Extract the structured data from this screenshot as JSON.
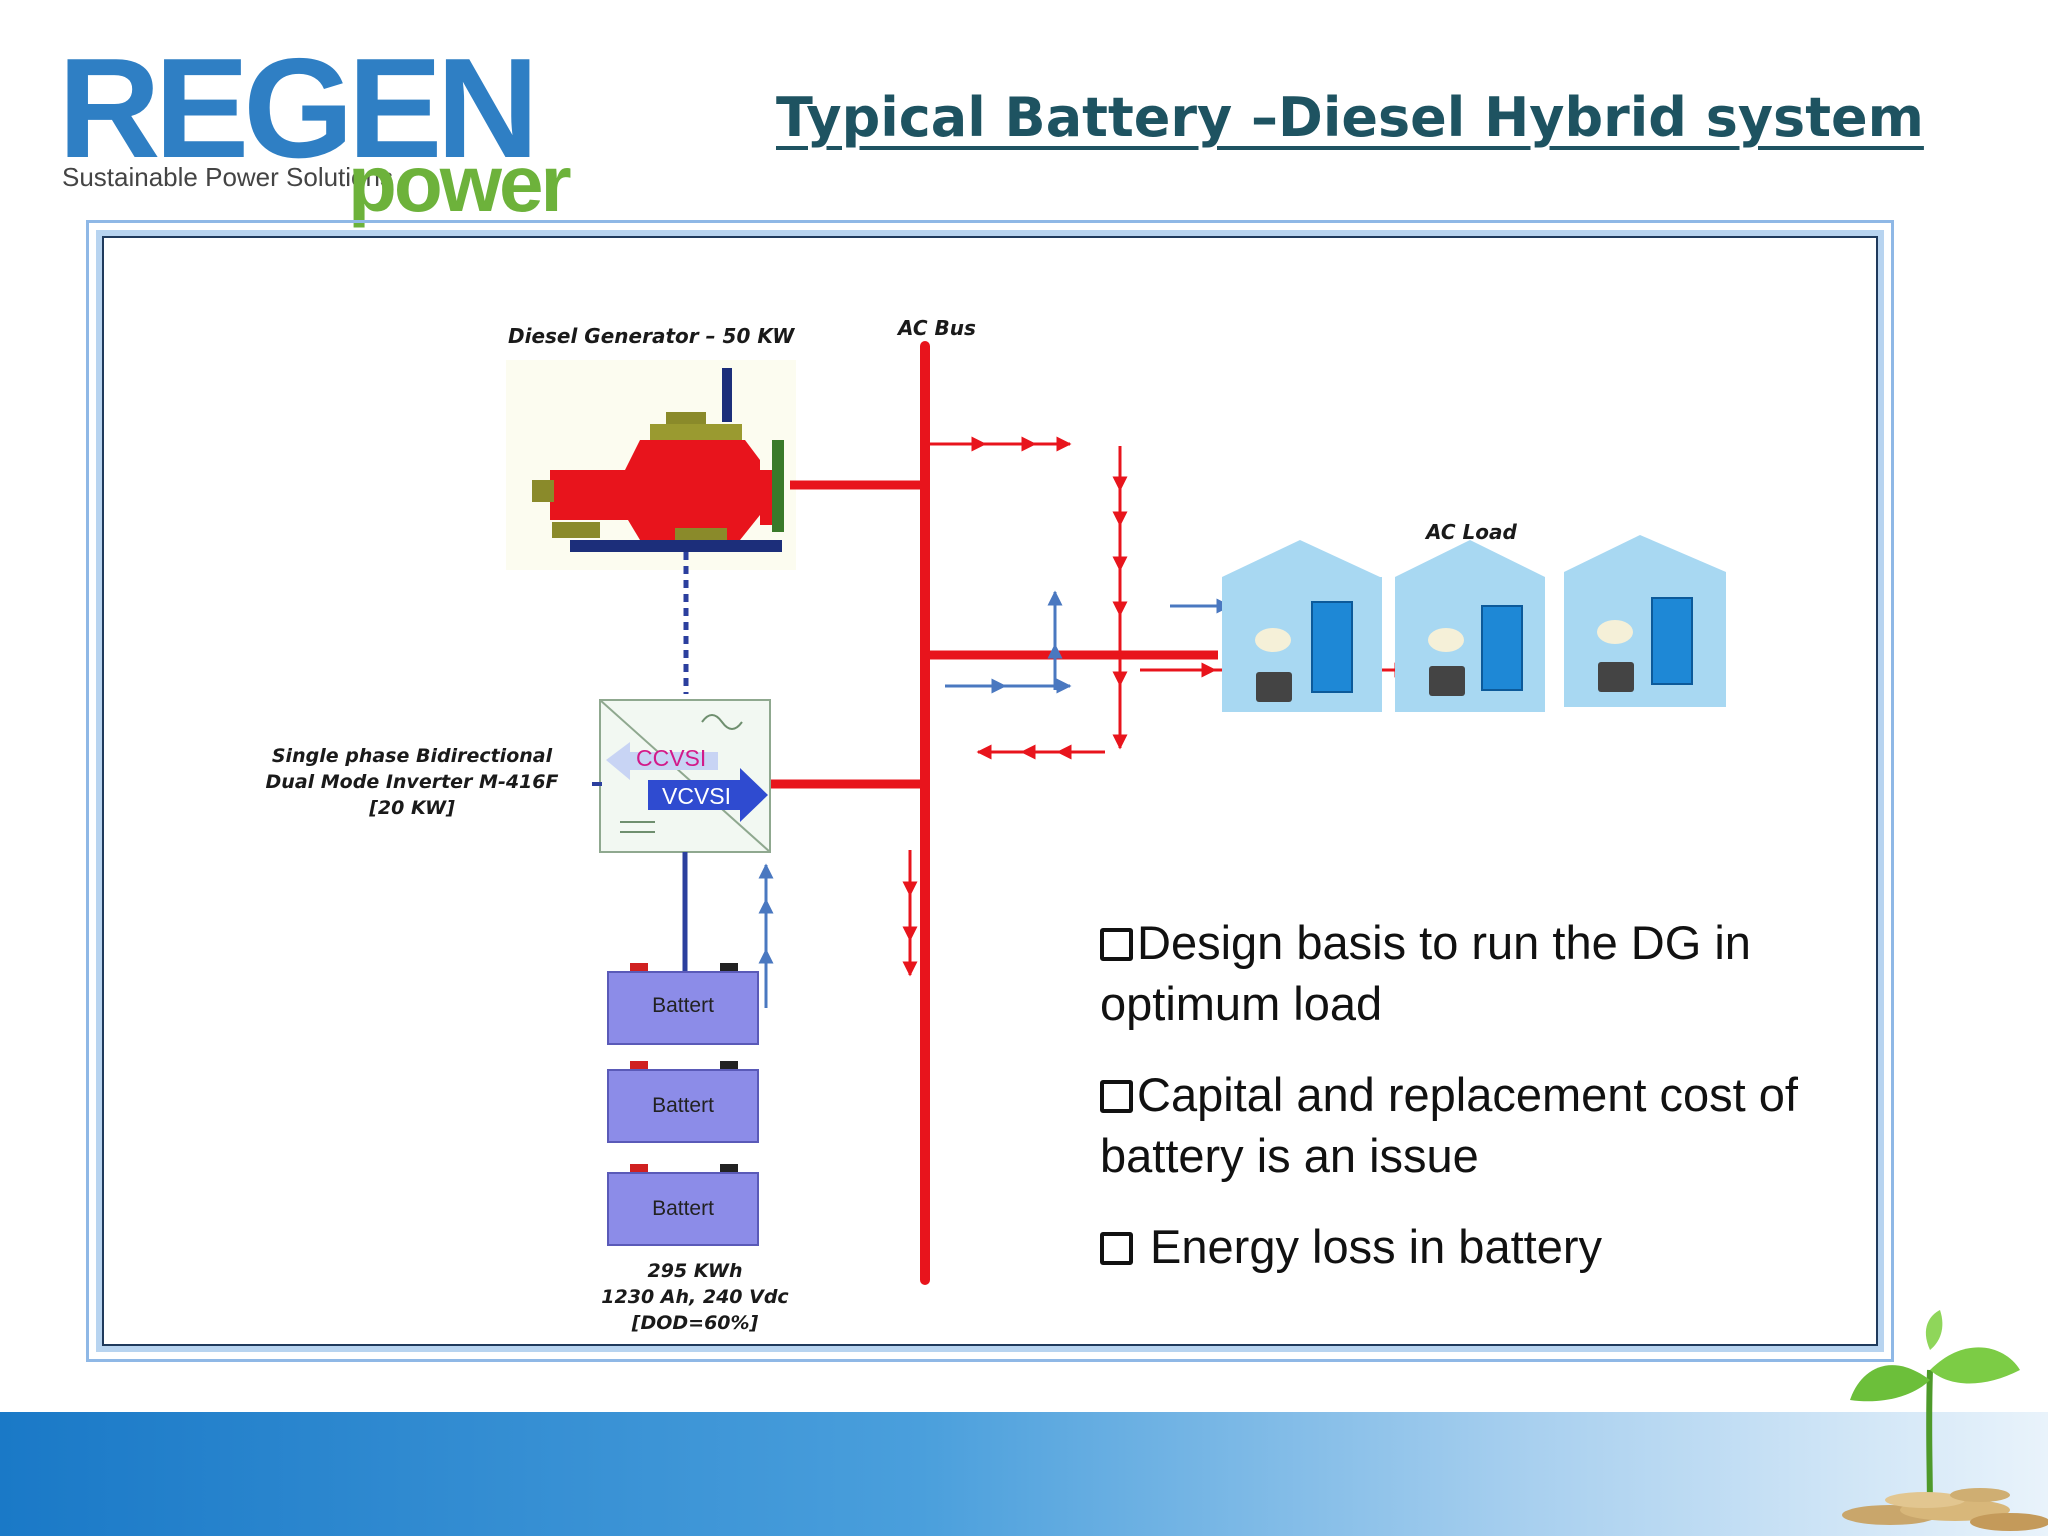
{
  "logo": {
    "brand": "REGEN",
    "sub": "power",
    "tagline": "Sustainable Power Solutions"
  },
  "slide": {
    "title": "Typical Battery –Diesel Hybrid system"
  },
  "diagram": {
    "generator_label": "Diesel Generator – 50 KW",
    "ac_bus_label": "AC Bus",
    "ac_load_label": "AC Load",
    "inverter_label": [
      "Single phase Bidirectional",
      "Dual Mode Inverter M-416F",
      "[20 KW]"
    ],
    "inverter_modes": [
      "CCVSI",
      "VCVSI"
    ],
    "battery_label": "Battert",
    "battery_spec": [
      "295 KWh",
      "1230 Ah, 240 Vdc",
      "[DOD=60%]"
    ]
  },
  "bullets": [
    "Design basis to run the DG in optimum load",
    "Capital and replacement cost of battery is an issue",
    " Energy loss in battery"
  ],
  "colors": {
    "bus": "#e8141c",
    "flow_blue": "#4a78c0",
    "battery": "#8c8ce8",
    "title": "#1e5361"
  }
}
